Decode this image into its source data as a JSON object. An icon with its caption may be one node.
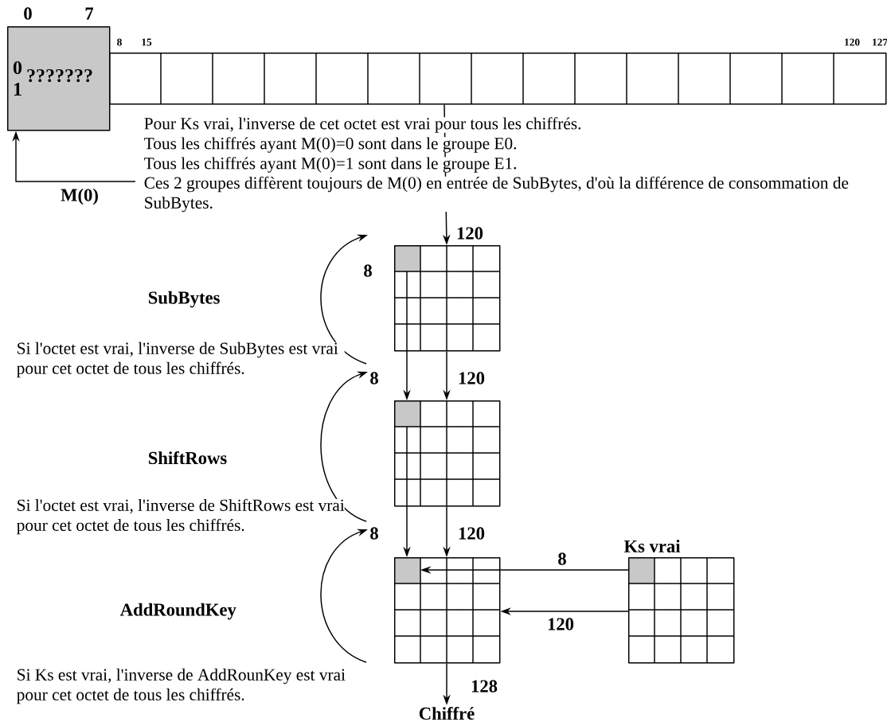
{
  "diagram": {
    "nodes": [
      {
        "text": [
          "???????"
        ],
        "beside": [
          "0",
          "7"
        ]
      },
      {
        "text": [],
        "shape": "bar",
        "beside": [
          "8",
          "15",
          "120",
          "127"
        ]
      },
      {
        "text": [],
        "shape": "box",
        "beside": [
          "8"
        ]
      },
      {
        "text": [],
        "shape": "box"
      },
      {
        "text": [],
        "shape": "box"
      },
      {
        "text": [
          "Ks vrai"
        ]
      },
      {
        "text": [
          "Chiffré"
        ]
      }
    ],
    "edges": [
      {
        "from": 1,
        "to": 2,
        "arrow": "to",
        "label": "120"
      },
      {
        "from": 2,
        "to": 3,
        "arrow": "to",
        "label": "8"
      },
      {
        "from": 2,
        "to": 3,
        "arrow": "to",
        "label": "120"
      },
      {
        "from": 3,
        "to": 4,
        "arrow": "to",
        "label": "8"
      },
      {
        "from": 3,
        "to": 4,
        "arrow": "to",
        "label": "120"
      },
      {
        "from": 5,
        "to": 4,
        "arrow": "to",
        "label": "8"
      },
      {
        "from": 5,
        "to": 4,
        "arrow": "to",
        "label": "120"
      },
      {
        "from": 4,
        "to": 6,
        "arrow": "to",
        "label": "128"
      },
      {
        "from": null,
        "to": 0,
        "arrow": "to",
        "label": "M(0)"
      }
    ],
    "labels": [
      "0",
      "1",
      "Pour Ks vrai, l'inverse de cet octet est vrai pour tous les chiffrés.",
      "Tous les chiffrés ayant M(0)=0 sont dans le groupe E0.",
      "Tous les chiffrés ayant M(0)=1 sont dans le groupe E1.",
      "Ces 2 groupes diffèrent toujours de M(0) en entrée de SubBytes, d'où la différence de consommation de SubBytes.",
      "SubBytes",
      "Si l'octet est vrai, l'inverse de SubBytes est vrai pour cet octet de tous les chiffrés.",
      "ShiftRows",
      "Si l'octet est vrai, l'inverse de ShiftRows est vrai pour cet octet de tous les chiffrés.",
      "AddRoundKey",
      "Si Ks est vrai, l'inverse de AddRounKey est vrai pour cet octet de tous les chiffrés."
    ]
  }
}
